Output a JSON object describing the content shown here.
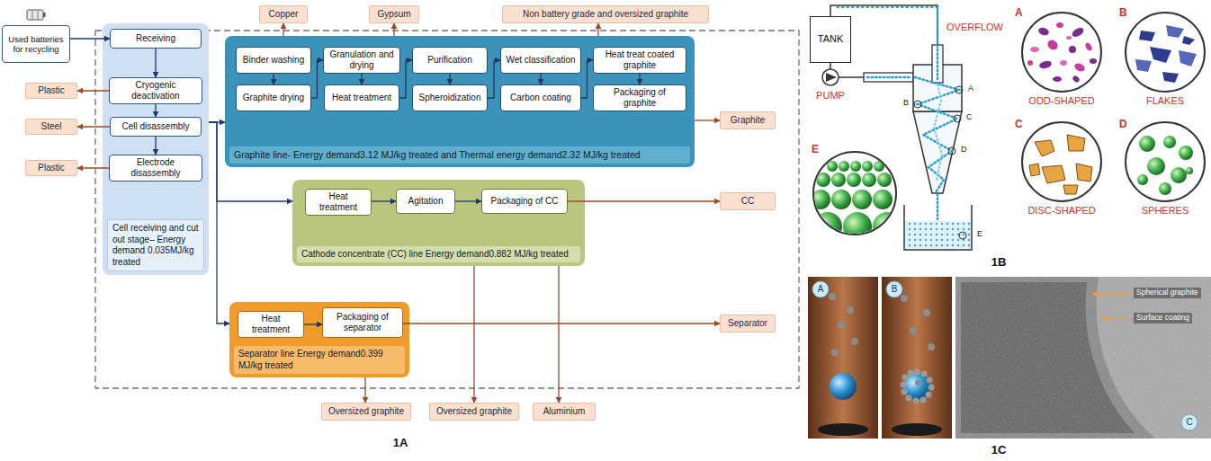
{
  "diagram": {
    "nodes": [
      {
        "text": [
          "Used batteries for recycling"
        ]
      },
      {
        "text": [
          "Cell receiving and cut out stage– Energy demand 0.035MJ/kg treated"
        ]
      },
      {
        "text": [
          "Receiving"
        ],
        "in": 1
      },
      {
        "text": [
          "Cryogenic deactivation"
        ],
        "in": 1
      },
      {
        "text": [
          "Cell disassembly"
        ],
        "in": 1
      },
      {
        "text": [
          "Electrode disassembly"
        ],
        "in": 1
      },
      {
        "text": [
          "Graphite line- Energy demand3.12 MJ/kg treated and Thermal energy demand2.32 MJ/kg treated"
        ]
      },
      {
        "text": [
          "Binder washing"
        ],
        "in": 6
      },
      {
        "text": [
          "Graphite drying"
        ],
        "in": 6
      },
      {
        "text": [
          "Granulation and drying"
        ],
        "in": 6
      },
      {
        "text": [
          "Heat treatment"
        ],
        "in": 6
      },
      {
        "text": [
          "Purification"
        ],
        "in": 6
      },
      {
        "text": [
          "Spheroidization"
        ],
        "in": 6
      },
      {
        "text": [
          "Wet classification"
        ],
        "in": 6
      },
      {
        "text": [
          "Carbon coating"
        ],
        "in": 6
      },
      {
        "text": [
          "Heat treat coated graphite"
        ],
        "in": 6
      },
      {
        "text": [
          "Packaging of graphite"
        ],
        "in": 6
      },
      {
        "text": [
          "Cathode concentrate (CC) line Energy demand0.882 MJ/kg treated"
        ]
      },
      {
        "text": [
          "Heat treatment"
        ],
        "in": 17
      },
      {
        "text": [
          "Agitation"
        ],
        "in": 17
      },
      {
        "text": [
          "Packaging of CC"
        ],
        "in": 17
      },
      {
        "text": [
          "Separator line Energy demand0.399 MJ/kg treated"
        ]
      },
      {
        "text": [
          "Heat treatment"
        ],
        "in": 21
      },
      {
        "text": [
          "Packaging of separator"
        ],
        "in": 21
      },
      {
        "text": [
          "Copper"
        ]
      },
      {
        "text": [
          "Gypsum"
        ]
      },
      {
        "text": [
          "Non battery grade and oversized graphite"
        ]
      },
      {
        "text": [
          "Plastic"
        ]
      },
      {
        "text": [
          "Steel"
        ]
      },
      {
        "text": [
          "Plastic"
        ]
      },
      {
        "text": [
          "Graphite"
        ]
      },
      {
        "text": [
          "CC"
        ]
      },
      {
        "text": [
          "Separator"
        ]
      },
      {
        "text": [
          "Oversized graphite"
        ]
      },
      {
        "text": [
          "Oversized graphite"
        ]
      },
      {
        "text": [
          "Aluminium"
        ]
      },
      {
        "text": [
          "TANK"
        ]
      }
    ],
    "edges": [
      {
        "from": 0,
        "to": 2,
        "arrow": "to"
      },
      {
        "from": 2,
        "to": 3,
        "arrow": "to"
      },
      {
        "from": 3,
        "to": 4,
        "arrow": "to"
      },
      {
        "from": 4,
        "to": 5,
        "arrow": "to"
      },
      {
        "from": 3,
        "to": 27,
        "arrow": "to"
      },
      {
        "from": 4,
        "to": 28,
        "arrow": "to"
      },
      {
        "from": 5,
        "to": 29,
        "arrow": "to"
      },
      {
        "from": 1,
        "to": 6,
        "arrow": "to"
      },
      {
        "from": 1,
        "to": 17,
        "arrow": "to"
      },
      {
        "from": 1,
        "to": 21,
        "arrow": "to"
      },
      {
        "from": 7,
        "to": 8,
        "arrow": "to"
      },
      {
        "from": 8,
        "to": 9,
        "arrow": "to"
      },
      {
        "from": 9,
        "to": 10,
        "arrow": "to"
      },
      {
        "from": 10,
        "to": 11,
        "arrow": "to"
      },
      {
        "from": 11,
        "to": 12,
        "arrow": "to"
      },
      {
        "from": 12,
        "to": 13,
        "arrow": "to"
      },
      {
        "from": 13,
        "to": 14,
        "arrow": "to"
      },
      {
        "from": 14,
        "to": 15,
        "arrow": "to"
      },
      {
        "from": 15,
        "to": 16,
        "arrow": "to"
      },
      {
        "from": 6,
        "to": 24,
        "arrow": "to"
      },
      {
        "from": 6,
        "to": 25,
        "arrow": "to"
      },
      {
        "from": 6,
        "to": 26,
        "arrow": "to"
      },
      {
        "from": 6,
        "to": 30,
        "arrow": "to"
      },
      {
        "from": 18,
        "to": 19,
        "arrow": "to"
      },
      {
        "from": 19,
        "to": 20,
        "arrow": "to"
      },
      {
        "from": 20,
        "to": 31,
        "arrow": "to"
      },
      {
        "from": 22,
        "to": 23,
        "arrow": "to"
      },
      {
        "from": 23,
        "to": 32,
        "arrow": "to"
      },
      {
        "from": 21,
        "to": 33,
        "arrow": "to"
      },
      {
        "from": 17,
        "to": 34,
        "arrow": "to"
      },
      {
        "from": 17,
        "to": 35,
        "arrow": "to"
      }
    ],
    "labels": [
      "1A",
      "OVERFLOW",
      "PUMP",
      "A",
      "B",
      "C",
      "D",
      "E",
      "A",
      "ODD-SHAPED",
      "B",
      "FLAKES",
      "C",
      "DISC-SHAPED",
      "D",
      "SPHERES",
      "E",
      "1B",
      "A",
      "B",
      "Spherical graphite",
      "Surface coating",
      "C",
      "1C"
    ]
  }
}
